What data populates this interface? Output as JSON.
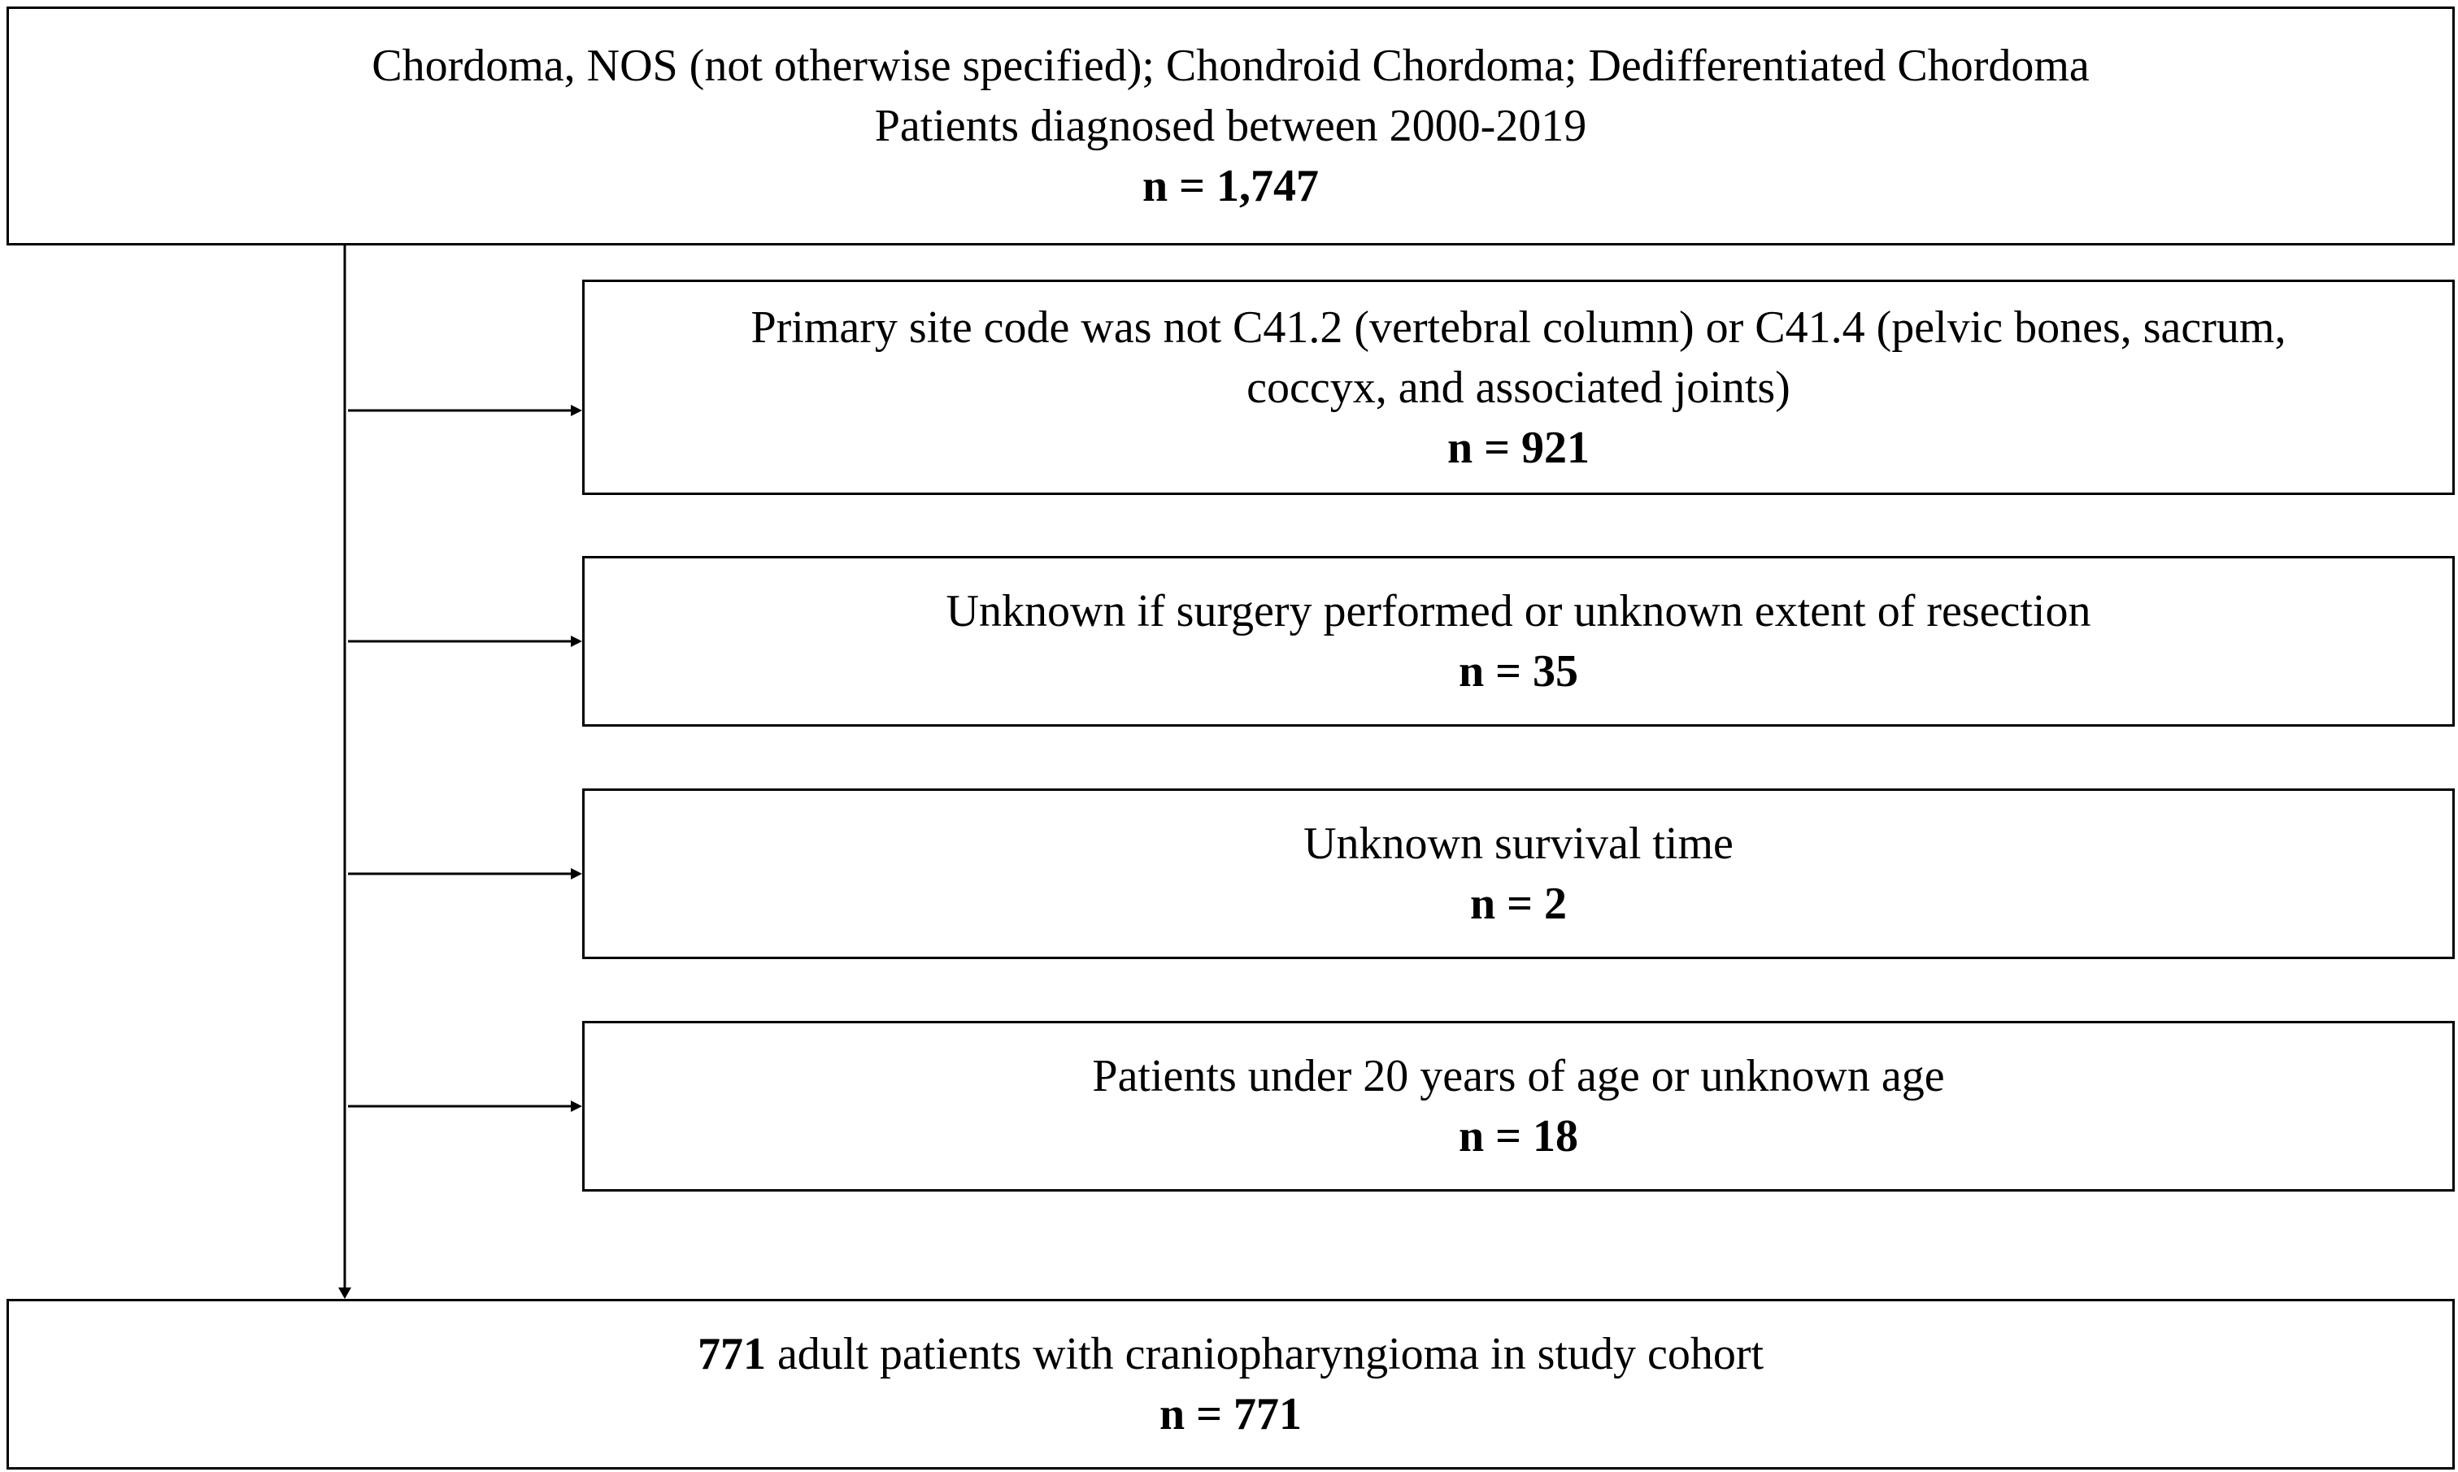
{
  "top_box": {
    "line1": "Chordoma, NOS (not otherwise specified); Chondroid Chordoma; Dedifferentiated Chordoma",
    "line2": "Patients diagnosed between 2000-2019",
    "count": "n = 1,747"
  },
  "exclusions": [
    {
      "line1": "Primary site code was not C41.2 (vertebral column) or C41.4 (pelvic bones, sacrum,",
      "line2": "coccyx, and associated joints)",
      "count": "n = 921"
    },
    {
      "line1": "Unknown if surgery performed or unknown extent of resection",
      "count": "n = 35"
    },
    {
      "line1": "Unknown survival time",
      "count": "n = 2"
    },
    {
      "line1": "Patients under 20 years of age or unknown age",
      "count": "n = 18"
    }
  ],
  "bottom_box": {
    "number": "771",
    "text": " adult patients with craniopharyngioma in study cohort",
    "count": "n = 771"
  },
  "colors": {
    "stroke": "#000000",
    "background": "#ffffff"
  }
}
